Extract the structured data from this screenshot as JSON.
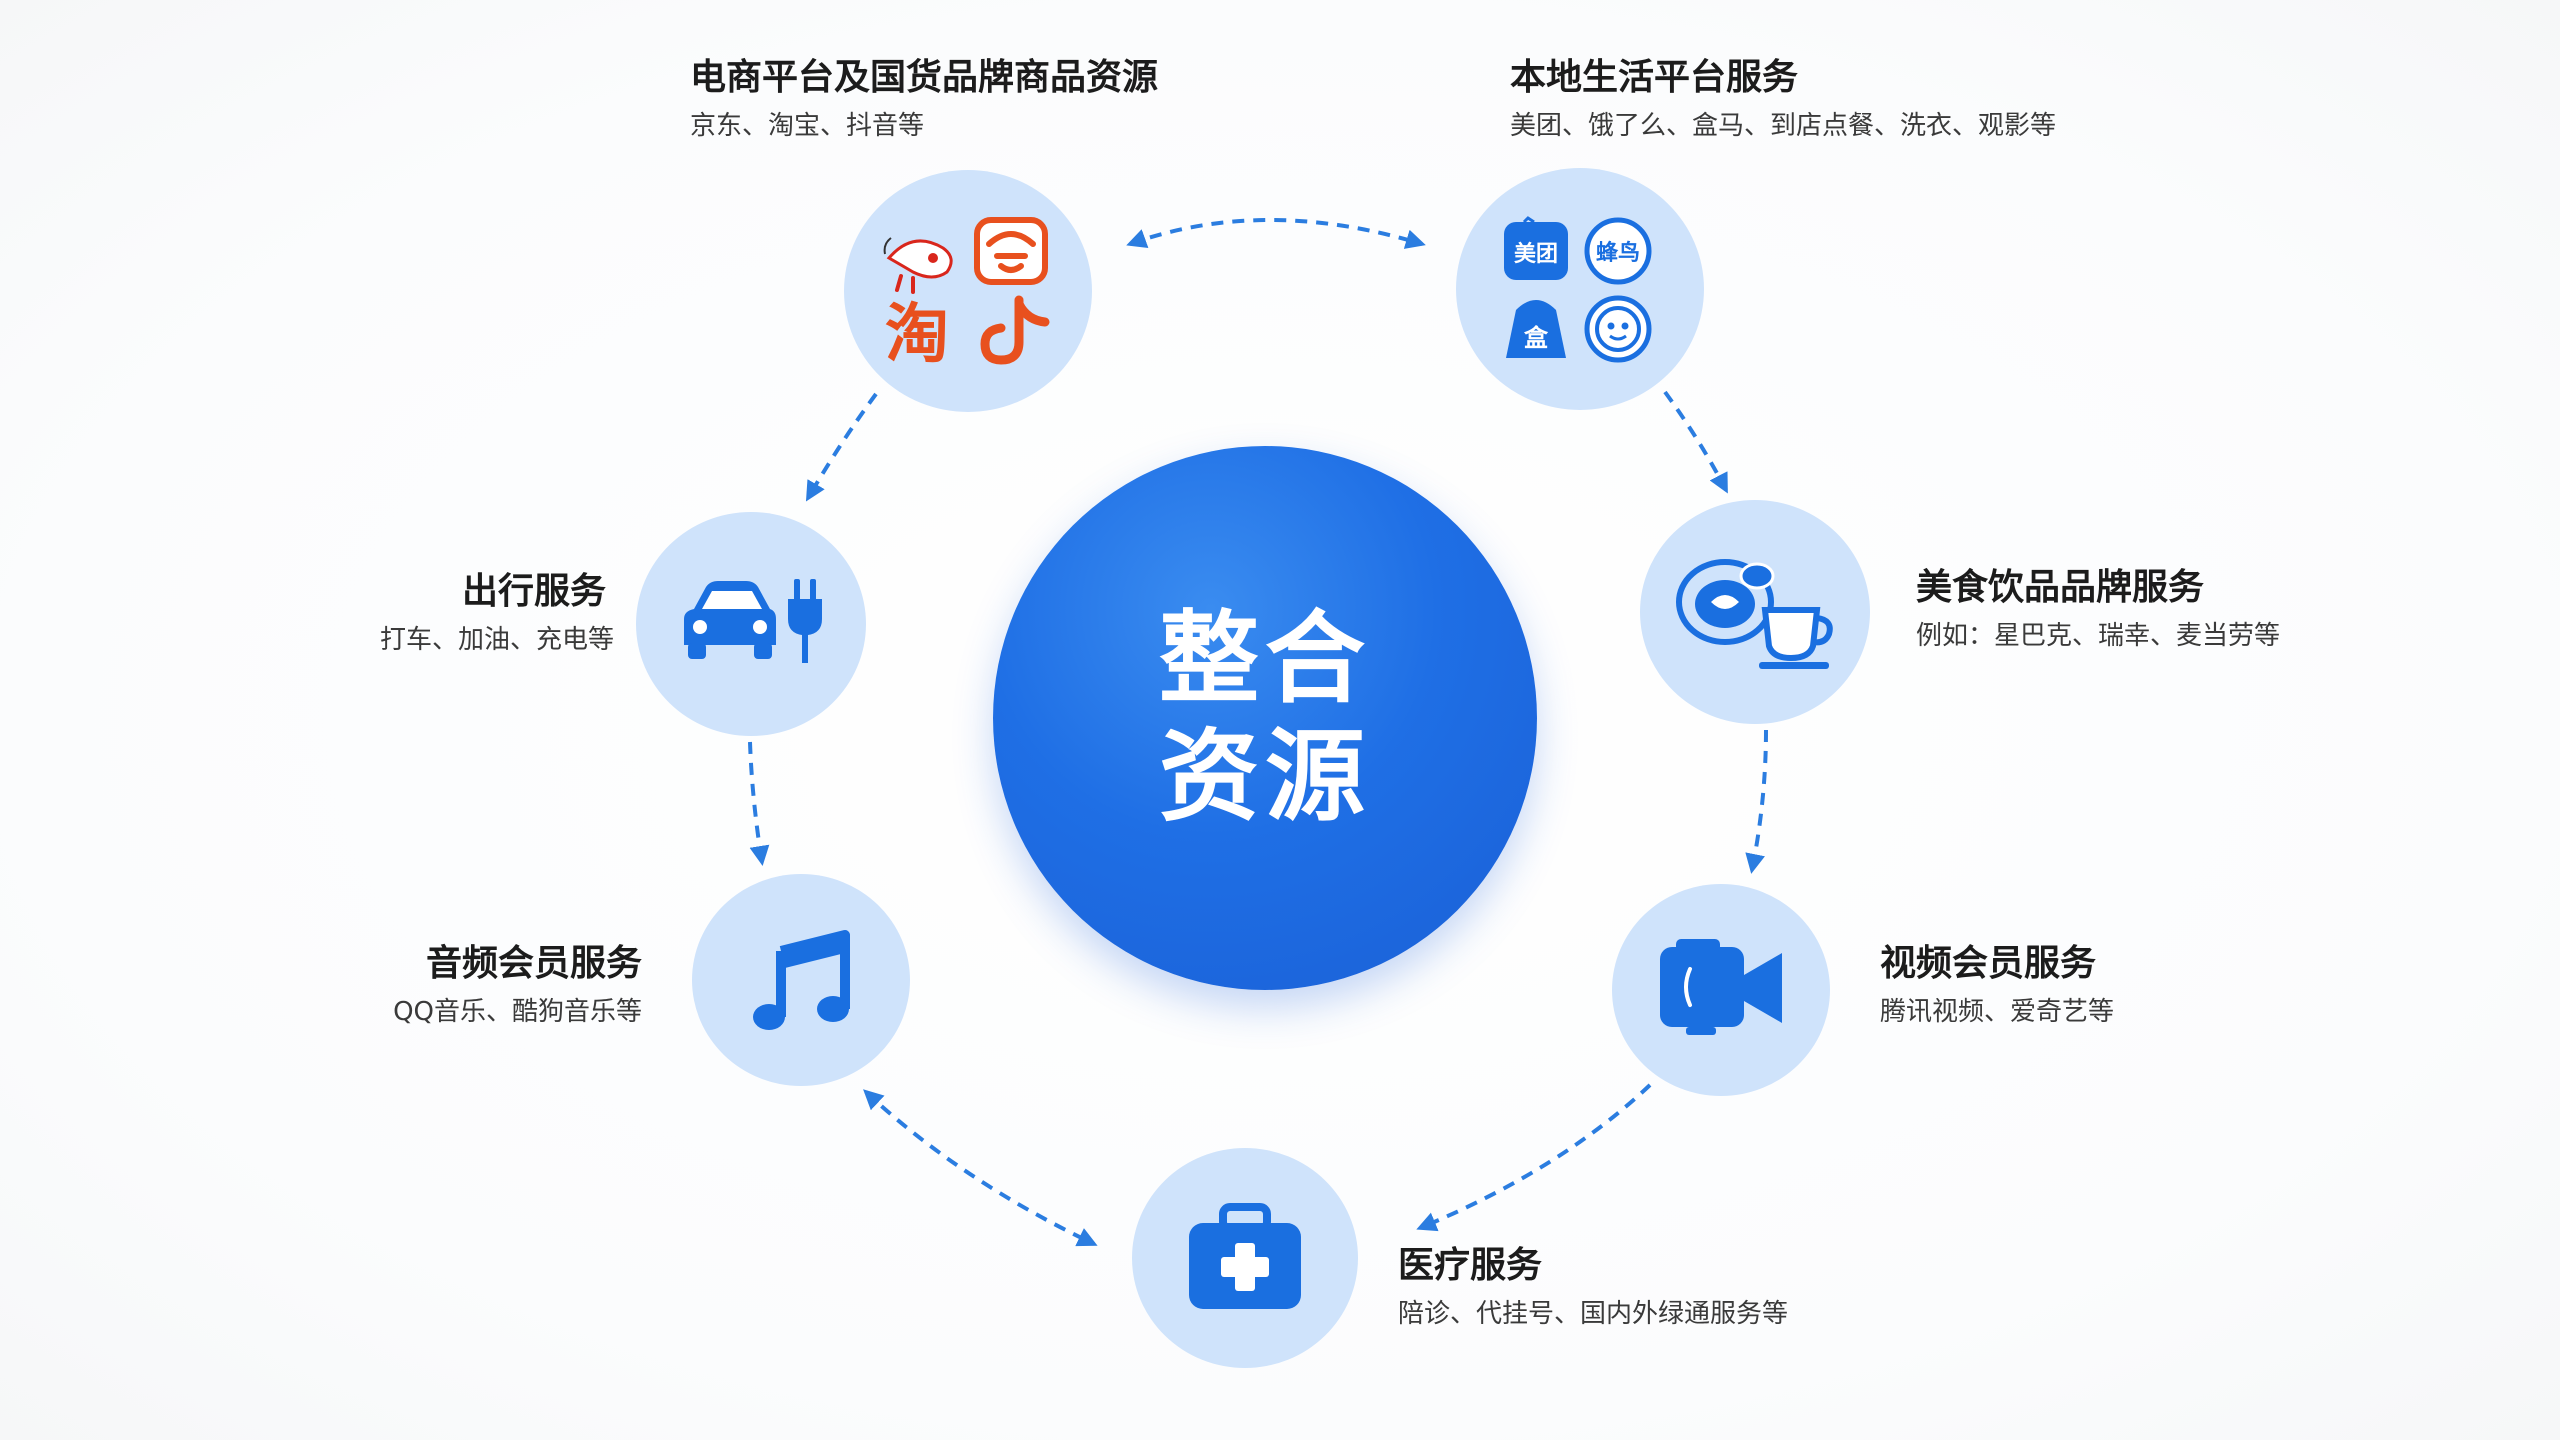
{
  "center": {
    "line1": "整合",
    "line2": "资源"
  },
  "nodes": [
    {
      "id": "ecommerce",
      "title": "电商平台及国货品牌商品资源",
      "subtitle": "京东、淘宝、抖音等",
      "icons": [
        "jd-icon",
        "pinduoduo-icon",
        "taobao-icon",
        "douyin-icon"
      ]
    },
    {
      "id": "local-life",
      "title": "本地生活平台服务",
      "subtitle": "美团、饿了么、盒马、到店点餐、洗衣、观影等",
      "icons": [
        "meituan-icon",
        "fengniao-icon",
        "hema-icon",
        "eleme-icon"
      ],
      "icon_text": {
        "meituan": "美团",
        "fengniao": "蜂鸟",
        "hema": "盒"
      }
    },
    {
      "id": "food-drink",
      "title": "美食饮品品牌服务",
      "subtitle": "例如：星巴克、瑞幸、麦当劳等",
      "icons": [
        "food-plate-icon",
        "coffee-cup-icon"
      ]
    },
    {
      "id": "video",
      "title": "视频会员服务",
      "subtitle": "腾讯视频、爱奇艺等",
      "icons": [
        "video-camera-icon"
      ]
    },
    {
      "id": "medical",
      "title": "医疗服务",
      "subtitle": "陪诊、代挂号、国内外绿通服务等",
      "icons": [
        "medical-kit-icon"
      ]
    },
    {
      "id": "music",
      "title": "音频会员服务",
      "subtitle": "QQ音乐、酷狗音乐等",
      "icons": [
        "music-note-icon"
      ]
    },
    {
      "id": "travel",
      "title": "出行服务",
      "subtitle": "打车、加油、充电等",
      "icons": [
        "car-icon",
        "ev-plug-icon"
      ]
    }
  ],
  "colors": {
    "hub": "#1f6fe5",
    "node_fill": "#cfe3fb",
    "icon_blue": "#1a6fe0",
    "icon_orange": "#e8501e",
    "arrow": "#2b7de0"
  }
}
